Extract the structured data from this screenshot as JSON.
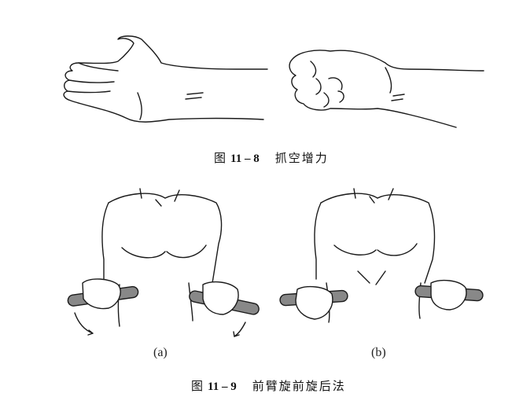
{
  "figure_8": {
    "prefix": "图",
    "number": "11 – 8",
    "title": "抓空增力",
    "panels": [
      "open-hand",
      "clenched-fist"
    ]
  },
  "figure_9": {
    "prefix": "图",
    "number": "11 – 9",
    "title": "前臂旋前旋后法",
    "subfigures": {
      "a": "(a)",
      "b": "(b)"
    }
  },
  "colors": {
    "line": "#1a1a1a",
    "stick": "#888888",
    "background": "#ffffff"
  }
}
